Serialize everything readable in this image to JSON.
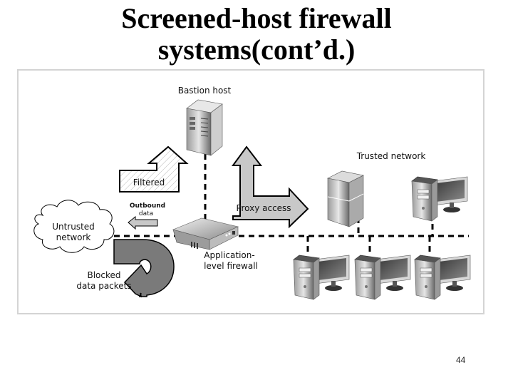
{
  "slide": {
    "title_line1": "Screened-host firewall",
    "title_line2": "systems(cont’d.)",
    "page_number": "44"
  },
  "diagram": {
    "labels": {
      "bastion_host": "Bastion host",
      "trusted_network": "Trusted network",
      "filtered": "Filtered",
      "outbound_line1": "Outbound",
      "outbound_line2": "data",
      "proxy_access": "Proxy access",
      "untrusted_line1": "Untrusted",
      "untrusted_line2": "network",
      "app_firewall_line1": "Application-",
      "app_firewall_line2": "level firewall",
      "blocked_line1": "Blocked",
      "blocked_line2": "data packets"
    },
    "colors": {
      "arrow_fill": "#c8c8c8",
      "blocked_arrow_fill": "#7a7a7a",
      "frame_border": "#d4d4d4"
    }
  }
}
